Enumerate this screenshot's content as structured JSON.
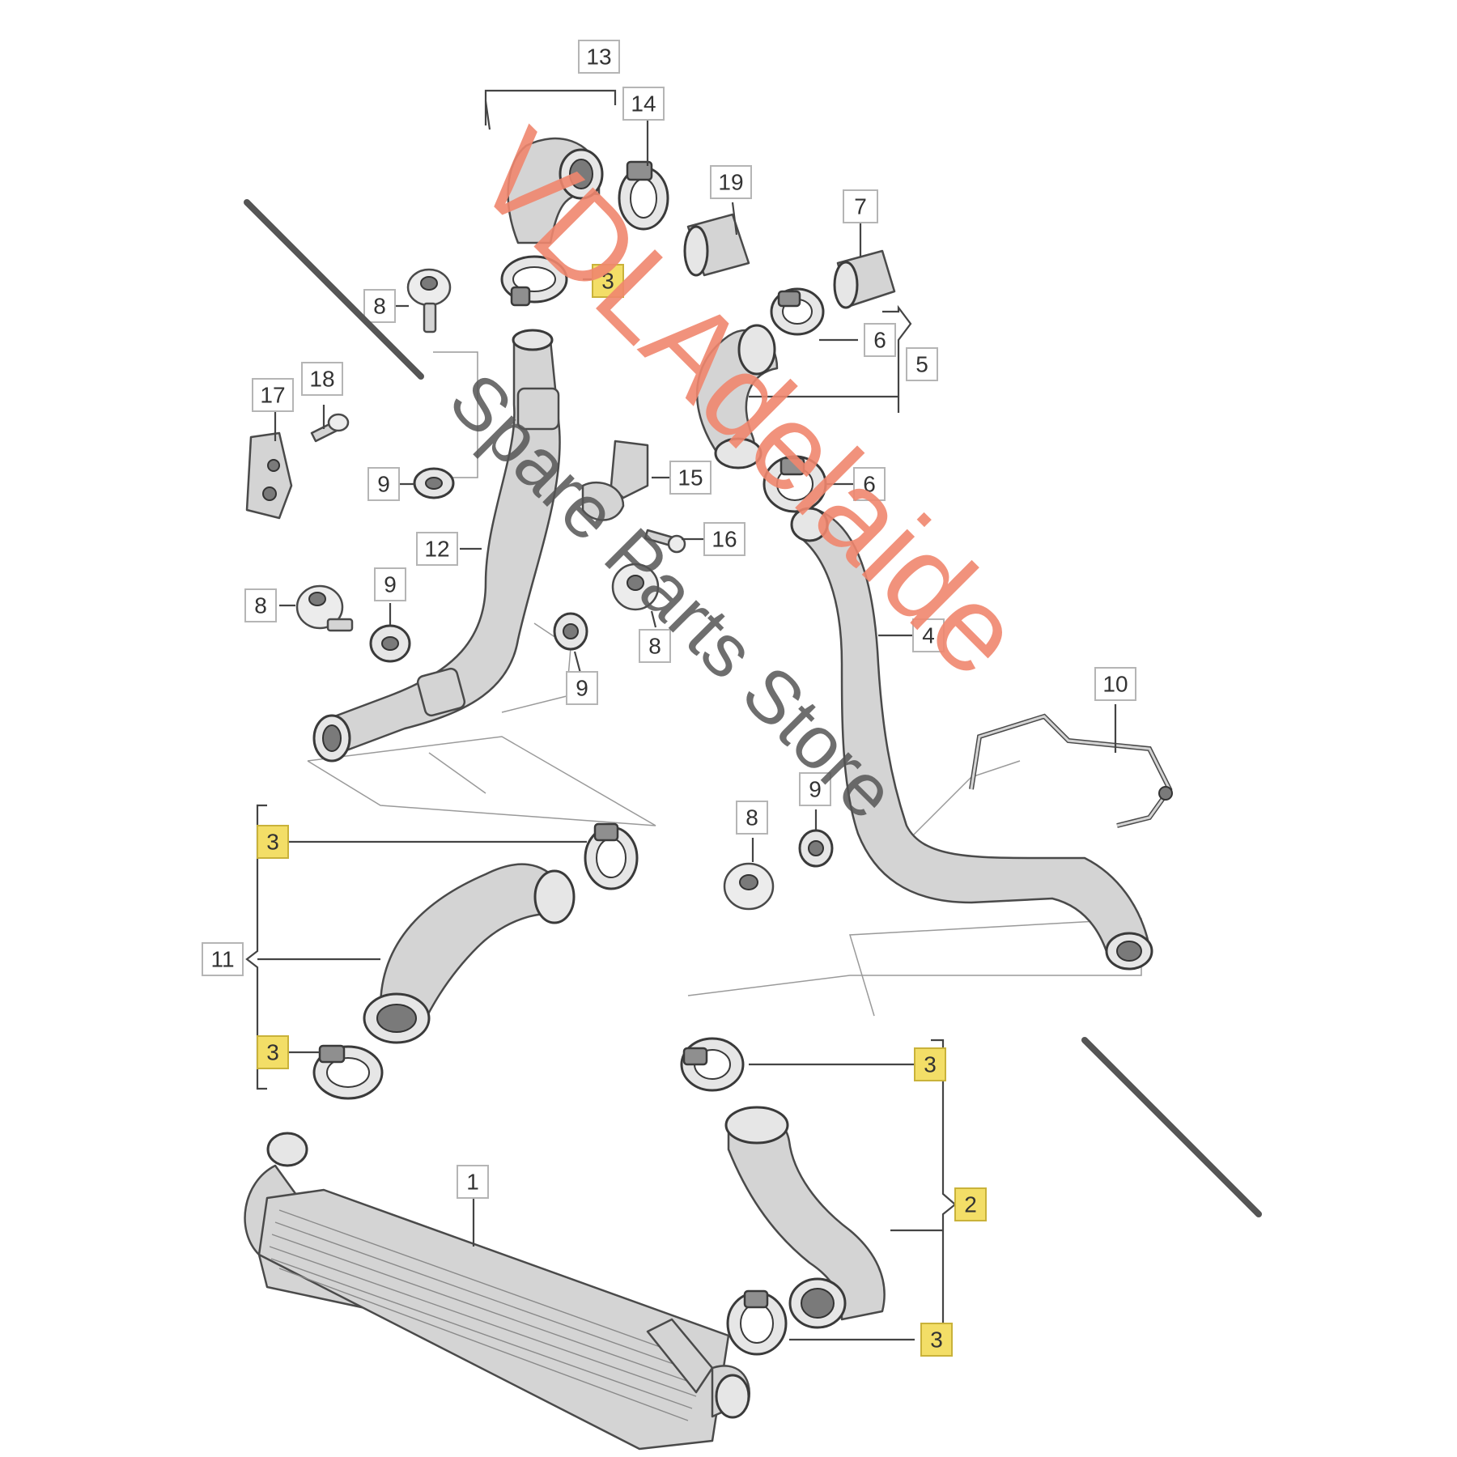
{
  "diagram": {
    "callouts": [
      {
        "id": "c13",
        "label": "13",
        "highlight": false
      },
      {
        "id": "c14",
        "label": "14",
        "highlight": false
      },
      {
        "id": "c19",
        "label": "19",
        "highlight": false
      },
      {
        "id": "c7",
        "label": "7",
        "highlight": false
      },
      {
        "id": "c3a",
        "label": "3",
        "highlight": true
      },
      {
        "id": "c8a",
        "label": "8",
        "highlight": false
      },
      {
        "id": "c6a",
        "label": "6",
        "highlight": false
      },
      {
        "id": "c5",
        "label": "5",
        "highlight": false
      },
      {
        "id": "c17",
        "label": "17",
        "highlight": false
      },
      {
        "id": "c18",
        "label": "18",
        "highlight": false
      },
      {
        "id": "c9a",
        "label": "9",
        "highlight": false
      },
      {
        "id": "c15",
        "label": "15",
        "highlight": false
      },
      {
        "id": "c6b",
        "label": "6",
        "highlight": false
      },
      {
        "id": "c16",
        "label": "16",
        "highlight": false
      },
      {
        "id": "c12",
        "label": "12",
        "highlight": false
      },
      {
        "id": "c9b",
        "label": "9",
        "highlight": false
      },
      {
        "id": "c8b",
        "label": "8",
        "highlight": false
      },
      {
        "id": "c8c",
        "label": "8",
        "highlight": false
      },
      {
        "id": "c9c",
        "label": "9",
        "highlight": false
      },
      {
        "id": "c4",
        "label": "4",
        "highlight": false
      },
      {
        "id": "c10",
        "label": "10",
        "highlight": false
      },
      {
        "id": "c9d",
        "label": "9",
        "highlight": false
      },
      {
        "id": "c8d",
        "label": "8",
        "highlight": false
      },
      {
        "id": "c3b",
        "label": "3",
        "highlight": true
      },
      {
        "id": "c11",
        "label": "11",
        "highlight": false
      },
      {
        "id": "c3c",
        "label": "3",
        "highlight": true
      },
      {
        "id": "c3d",
        "label": "3",
        "highlight": true
      },
      {
        "id": "c2",
        "label": "2",
        "highlight": true
      },
      {
        "id": "c1",
        "label": "1",
        "highlight": false
      },
      {
        "id": "c3e",
        "label": "3",
        "highlight": true
      }
    ]
  },
  "watermark": {
    "brand": "VDLAdelaide",
    "tagline": "Spare Parts Store",
    "brand_color": "#f0866e",
    "tagline_color": "#555555"
  },
  "colors": {
    "highlight": "#f3de67",
    "part_fill": "#d4d4d4",
    "outline": "#4a4a4a"
  }
}
